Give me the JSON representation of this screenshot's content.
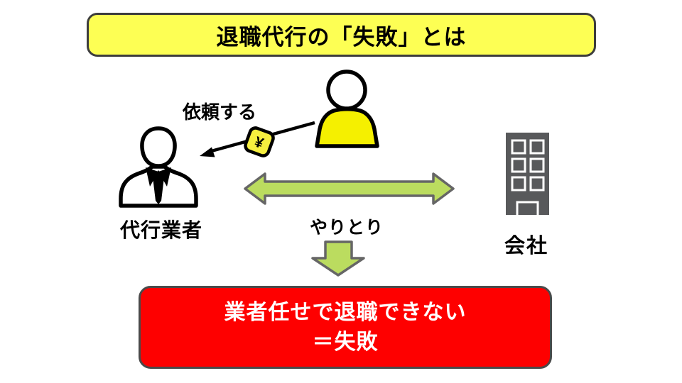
{
  "title": "退職代行の「失敗」とは",
  "diagram": {
    "request_label": "依頼する",
    "yen_symbol": "¥",
    "agent_label": "代行業者",
    "exchange_label": "やりとり",
    "company_label": "会社",
    "result_line1": "業者任せで退職できない",
    "result_line2": "＝失敗"
  },
  "colors": {
    "title_bg": "#FDFF54",
    "border_dark": "#3D3D3D",
    "person_body": "#F5F000",
    "badge_bg": "#F6EF3F",
    "arrow_green": "#BBDC5F",
    "arrow_border": "#666666",
    "building_gray": "#58595B",
    "result_bg": "#FE0000",
    "result_border": "#4A4A4A"
  }
}
